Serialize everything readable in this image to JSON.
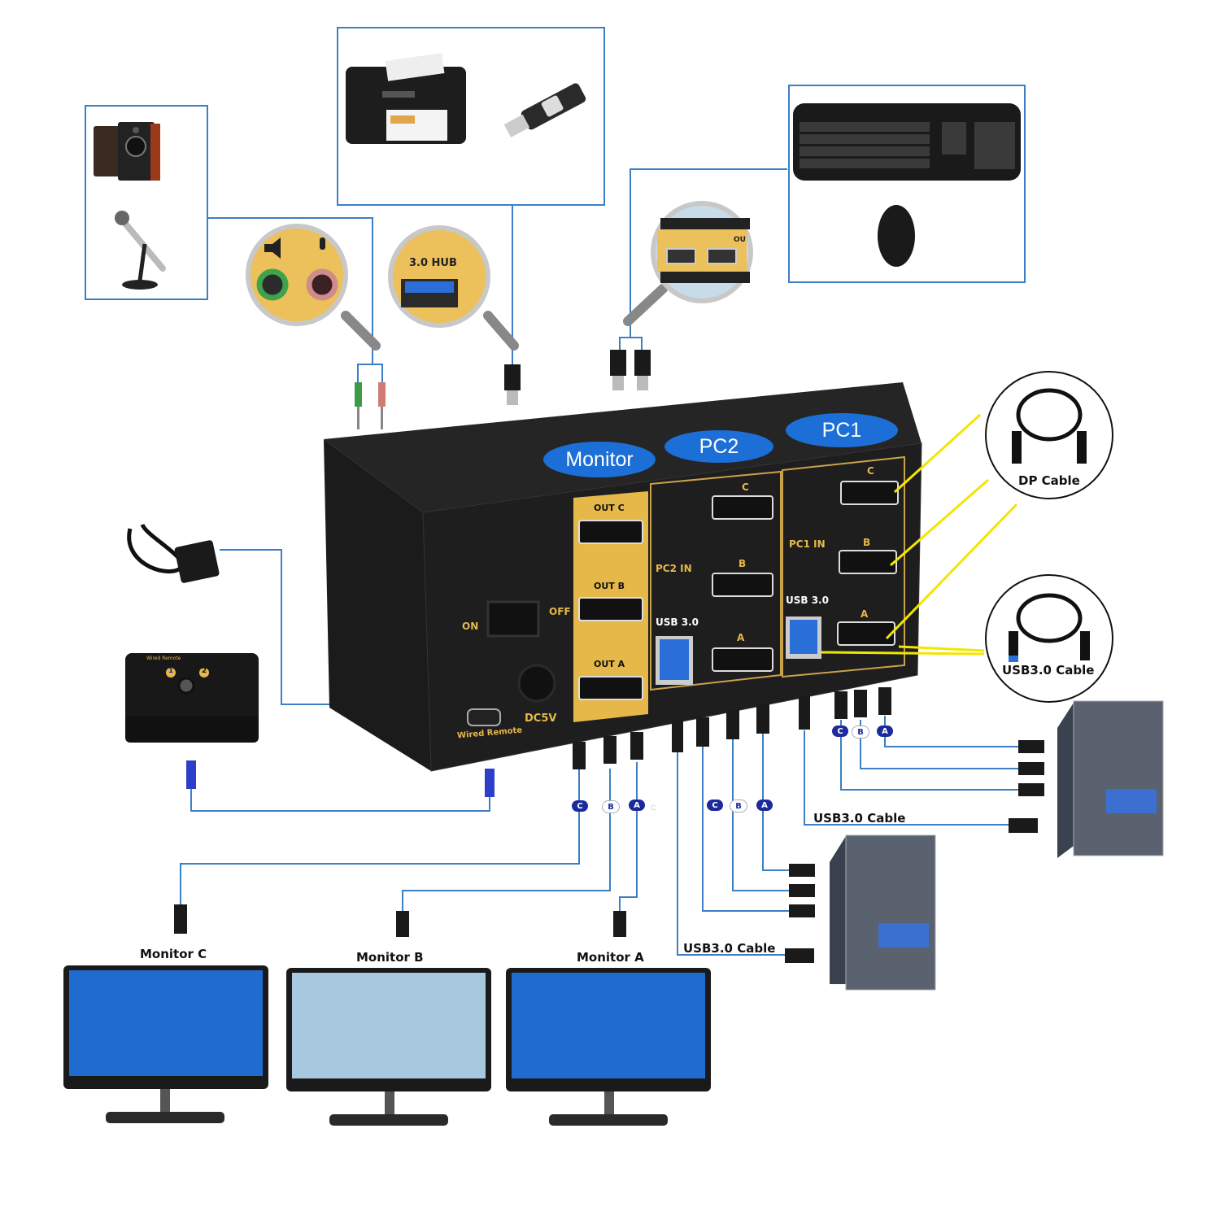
{
  "kvm": {
    "labels": {
      "monitor": "Monitor",
      "pc2": "PC2",
      "pc1": "PC1"
    },
    "front": {
      "on": "ON",
      "off": "OFF",
      "dc": "DC5V",
      "wired_remote": "Wired Remote",
      "out_c": "OUT C",
      "out_b": "OUT B",
      "out_a": "OUT A",
      "pc2_in": "PC2 IN",
      "pc1_in": "PC1 IN",
      "usb30": "USB 3.0",
      "port_c": "C",
      "port_b": "B",
      "port_a": "A"
    }
  },
  "callouts": {
    "audio": {
      "speaker_icon": "speaker-icon",
      "mic_icon": "microphone-icon"
    },
    "hub": {
      "label": "3.0 HUB"
    },
    "kbm": {
      "label": "OU"
    }
  },
  "cables": {
    "dp": "DP Cable",
    "usb": "USB3.0 Cable"
  },
  "remote": {
    "label": "Wired Remote",
    "btn1": "1",
    "btn2": "2"
  },
  "connections": {
    "usb_cable_pc1": "USB3.0 Cable",
    "usb_cable_pc2": "USB3.0 Cable",
    "badges": [
      "C",
      "B",
      "A"
    ],
    "stray": "C"
  },
  "monitors": [
    "Monitor C",
    "Monitor B",
    "Monitor A"
  ],
  "colors": {
    "line": "#3b7fc4",
    "pill": "#1c6fd6",
    "gold": "#e6b84a",
    "box": "#1a1a1a",
    "yellow": "#f2e600"
  }
}
